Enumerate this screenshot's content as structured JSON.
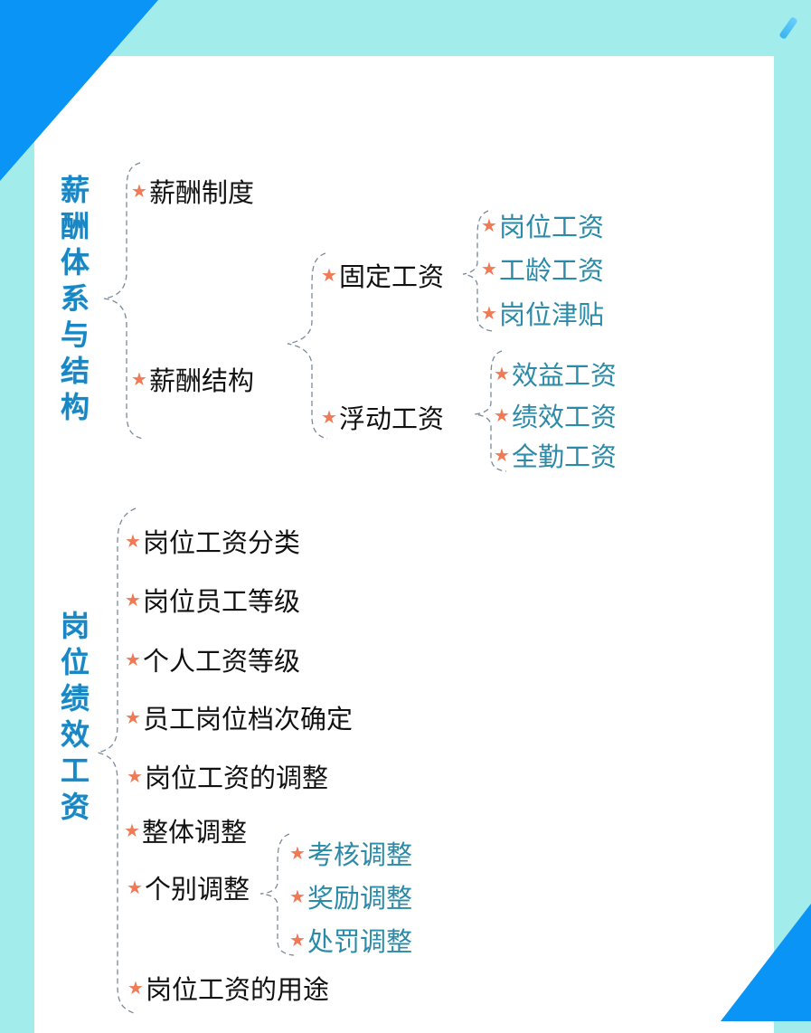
{
  "sections": [
    {
      "title": "薪酬体系与结构",
      "title_chars": [
        "薪",
        "酬",
        "体",
        "系",
        "与",
        "结",
        "构"
      ],
      "children": [
        {
          "label": "薪酬制度"
        },
        {
          "label": "薪酬结构",
          "children": [
            {
              "label": "固定工资",
              "children": [
                {
                  "label": "岗位工资"
                },
                {
                  "label": "工龄工资"
                },
                {
                  "label": "岗位津贴"
                }
              ]
            },
            {
              "label": "浮动工资",
              "children": [
                {
                  "label": "效益工资"
                },
                {
                  "label": "绩效工资"
                },
                {
                  "label": "全勤工资"
                }
              ]
            }
          ]
        }
      ]
    },
    {
      "title": "岗位绩效工资",
      "title_chars": [
        "岗",
        "位",
        "绩",
        "效",
        "工",
        "资"
      ],
      "children": [
        {
          "label": "岗位工资分类"
        },
        {
          "label": "岗位员工等级"
        },
        {
          "label": "个人工资等级"
        },
        {
          "label": "员工岗位档次确定"
        },
        {
          "label": "岗位工资的调整"
        },
        {
          "label": "整体调整"
        },
        {
          "label": "个别调整",
          "children": [
            {
              "label": "考核调整"
            },
            {
              "label": "奖励调整"
            },
            {
              "label": "处罚调整"
            }
          ]
        },
        {
          "label": "岗位工资的用途"
        }
      ]
    }
  ],
  "icons": {
    "bullet": "★"
  },
  "colors": {
    "title": "#1a86c4",
    "level1_text": "#111111",
    "level2_text": "#2a8aa8",
    "star": "#f07a55",
    "bracket": "#7a8a9a",
    "frame": "#a3ecec",
    "corner": "#0a94f5"
  }
}
